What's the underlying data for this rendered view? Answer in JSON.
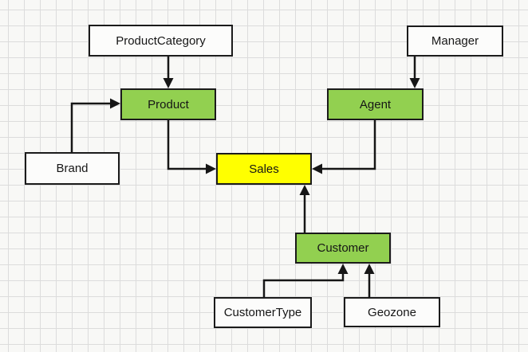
{
  "diagram": {
    "nodes": [
      {
        "id": "product_category",
        "label": "ProductCategory",
        "fill": "white"
      },
      {
        "id": "manager",
        "label": "Manager",
        "fill": "white"
      },
      {
        "id": "product",
        "label": "Product",
        "fill": "green"
      },
      {
        "id": "agent",
        "label": "Agent",
        "fill": "green"
      },
      {
        "id": "brand",
        "label": "Brand",
        "fill": "white"
      },
      {
        "id": "sales",
        "label": "Sales",
        "fill": "yellow"
      },
      {
        "id": "customer",
        "label": "Customer",
        "fill": "green"
      },
      {
        "id": "customer_type",
        "label": "CustomerType",
        "fill": "white"
      },
      {
        "id": "geozone",
        "label": "Geozone",
        "fill": "white"
      }
    ],
    "edges": [
      {
        "from": "ProductCategory",
        "to": "Product"
      },
      {
        "from": "Manager",
        "to": "Agent"
      },
      {
        "from": "Brand",
        "to": "Product"
      },
      {
        "from": "Product",
        "to": "Sales"
      },
      {
        "from": "Agent",
        "to": "Sales"
      },
      {
        "from": "Customer",
        "to": "Sales"
      },
      {
        "from": "CustomerType",
        "to": "Customer"
      },
      {
        "from": "Geozone",
        "to": "Customer"
      }
    ],
    "colors": {
      "node_green": "#92d050",
      "node_yellow": "#ffff00",
      "node_white": "#fcfcfb",
      "border": "#1b1b1b",
      "arrow": "#161616",
      "grid_line": "#dcdcdc",
      "background": "#f8f8f6"
    }
  }
}
